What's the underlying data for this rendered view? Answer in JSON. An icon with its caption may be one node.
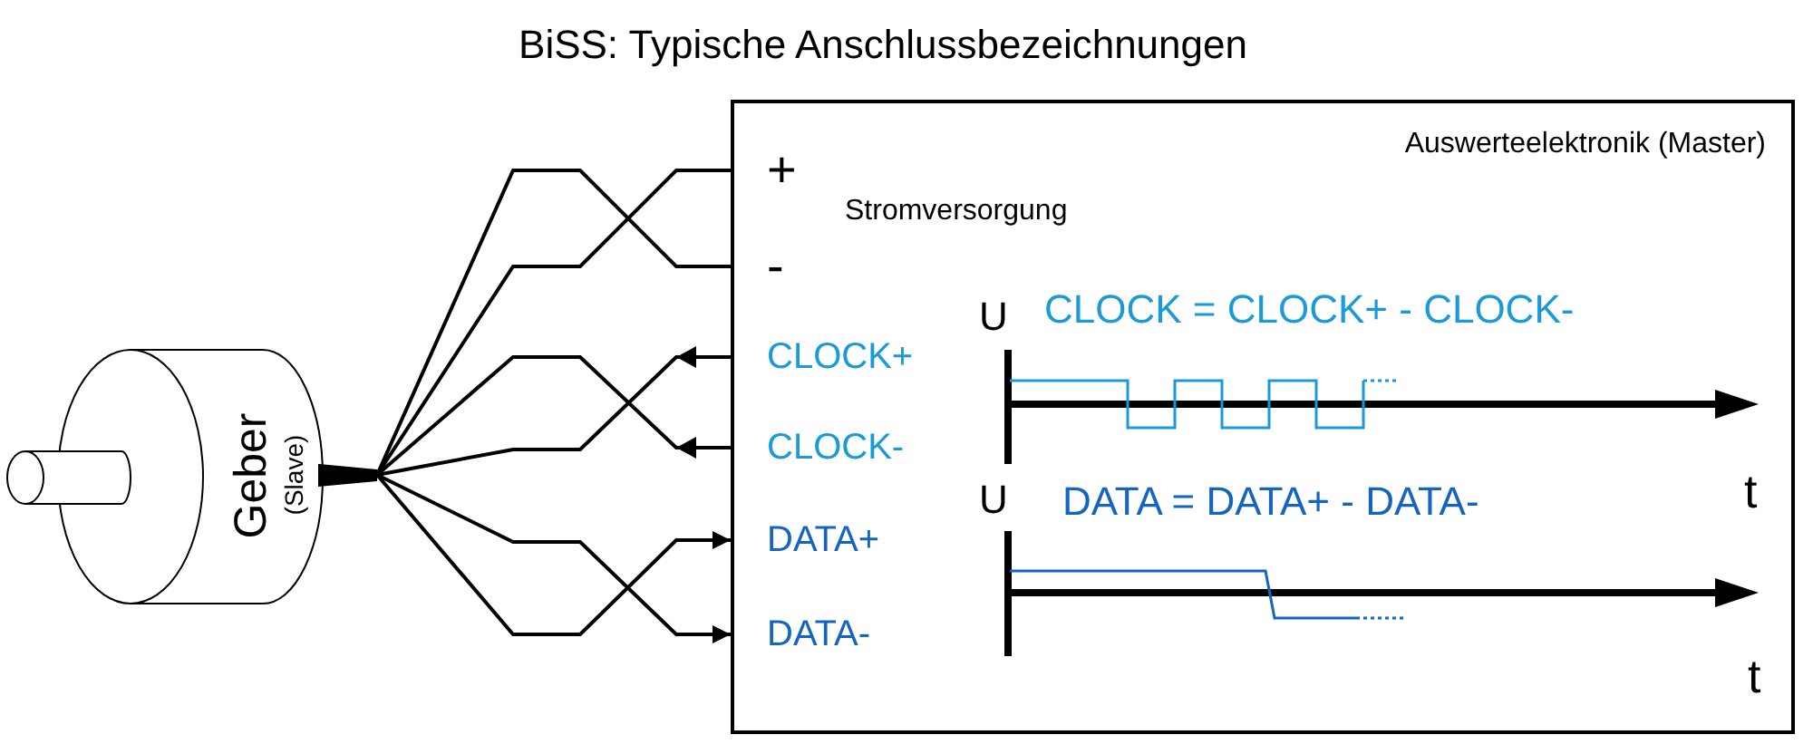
{
  "diagram": {
    "title": "BiSS: Typische Anschlussbezeichnungen",
    "nodes": [
      {
        "text": [
          "Geber",
          "(Slave)"
        ]
      },
      {
        "text": [
          "Auswerteelektronik (Master)"
        ]
      },
      {
        "text": [
          "+"
        ],
        "in": 1
      },
      {
        "text": [
          "-"
        ],
        "in": 1
      },
      {
        "text": [
          "CLOCK+"
        ],
        "in": 1
      },
      {
        "text": [
          "CLOCK-"
        ],
        "in": 1
      },
      {
        "text": [
          "DATA+"
        ],
        "in": 1
      },
      {
        "text": [
          "DATA-"
        ],
        "in": 1
      }
    ],
    "edges": [
      {
        "from": 0,
        "to": 2,
        "arrow": "none"
      },
      {
        "from": 0,
        "to": 3,
        "arrow": "none"
      },
      {
        "from": 4,
        "to": 0,
        "arrow": "to"
      },
      {
        "from": 5,
        "to": 0,
        "arrow": "to"
      },
      {
        "from": 0,
        "to": 6,
        "arrow": "to"
      },
      {
        "from": 0,
        "to": 7,
        "arrow": "to"
      }
    ],
    "labels": [
      "Stromversorgung",
      "U",
      "CLOCK = CLOCK+ - CLOCK-",
      "t",
      "U",
      "DATA = DATA+ - DATA-",
      "t"
    ]
  }
}
